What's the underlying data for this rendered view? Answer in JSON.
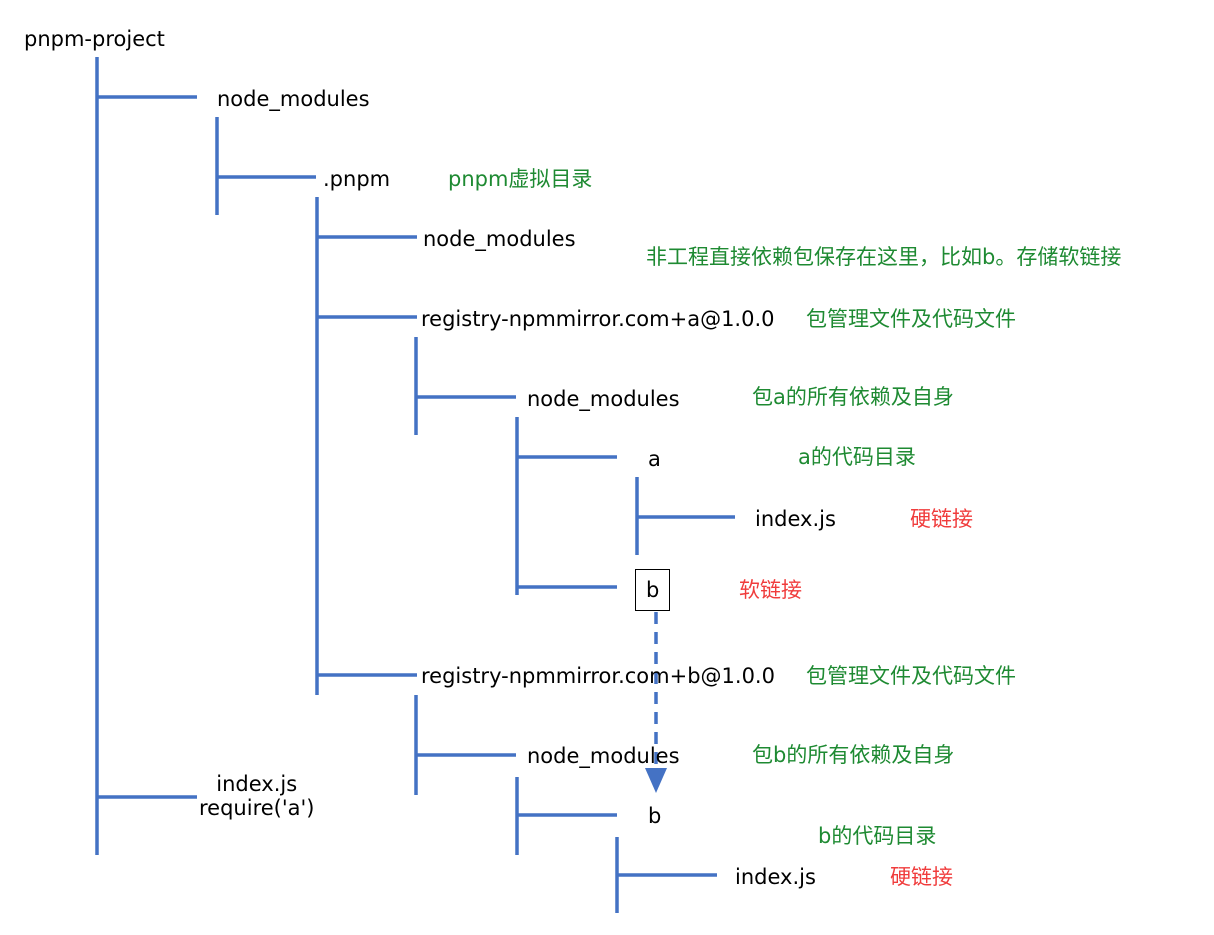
{
  "colors": {
    "connector": "#4472c4",
    "label": "#000000",
    "note_green": "#1e8a32",
    "note_red": "#f03c3c"
  },
  "tree": {
    "root": "pnpm-project",
    "root_node_modules": "node_modules",
    "pnpm_dir": ".pnpm",
    "pnpm_node_modules": "node_modules",
    "pkg_a_dir": "registry-npmmirror.com+a@1.0.0",
    "a_node_modules": "node_modules",
    "a_folder": "a",
    "a_index": "index.js",
    "b_link": "b",
    "pkg_b_dir": "registry-npmmirror.com+b@1.0.0",
    "b_node_modules": "node_modules",
    "b_folder": "b",
    "b_index": "index.js",
    "project_index": "index.js\nrequire('a')"
  },
  "notes": {
    "pnpm_virtual_dir": "pnpm虚拟目录",
    "non_direct_deps": "非工程直接依赖包保存在这里，比如b。存储软链接",
    "pkg_a_files": "包管理文件及代码文件",
    "pkg_a_deps": "包a的所有依赖及自身",
    "a_code_dir": "a的代码目录",
    "a_hard_link": "硬链接",
    "b_soft_link": "软链接",
    "pkg_b_files": "包管理文件及代码文件",
    "pkg_b_deps": "包b的所有依赖及自身",
    "b_code_dir": "b的代码目录",
    "b_hard_link": "硬链接"
  }
}
